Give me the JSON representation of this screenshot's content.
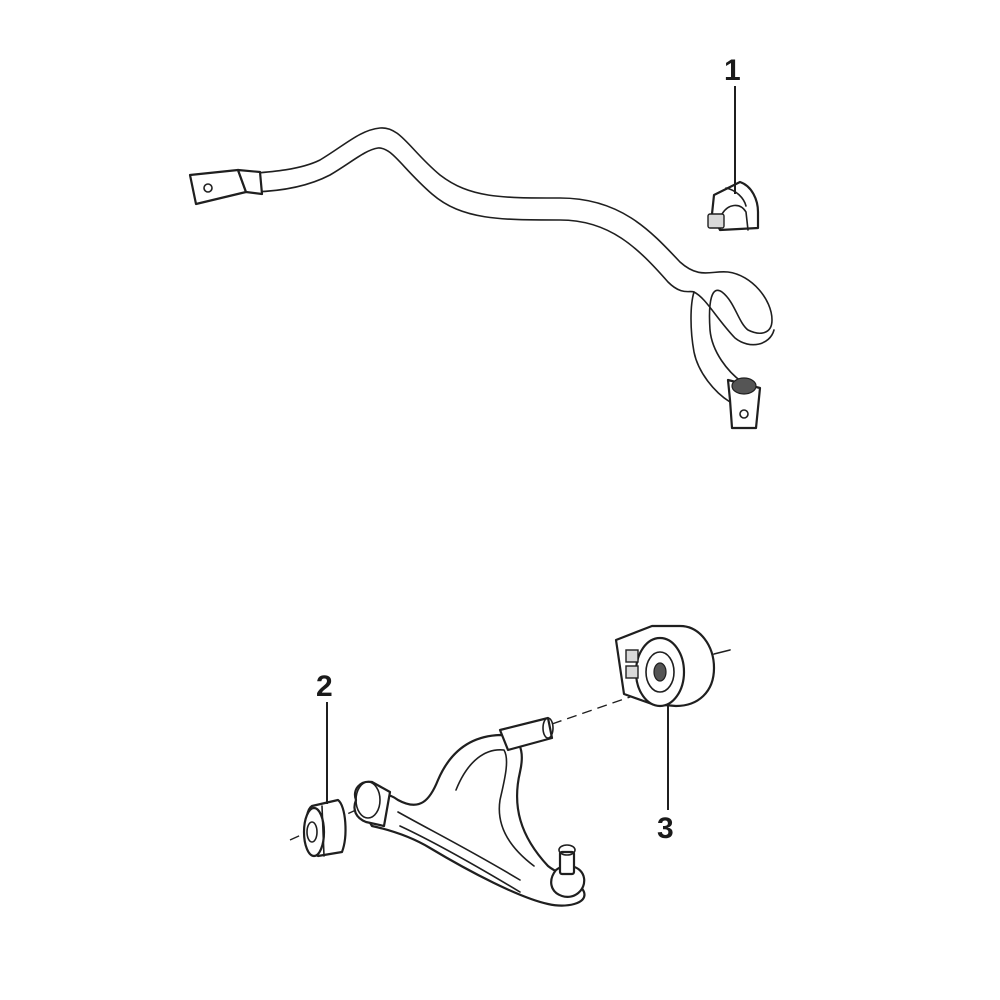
{
  "callouts": [
    {
      "id": "1",
      "label": "1"
    },
    {
      "id": "2",
      "label": "2"
    },
    {
      "id": "3",
      "label": "3"
    }
  ],
  "line_color": "#1f1f1f",
  "background": "#ffffff"
}
